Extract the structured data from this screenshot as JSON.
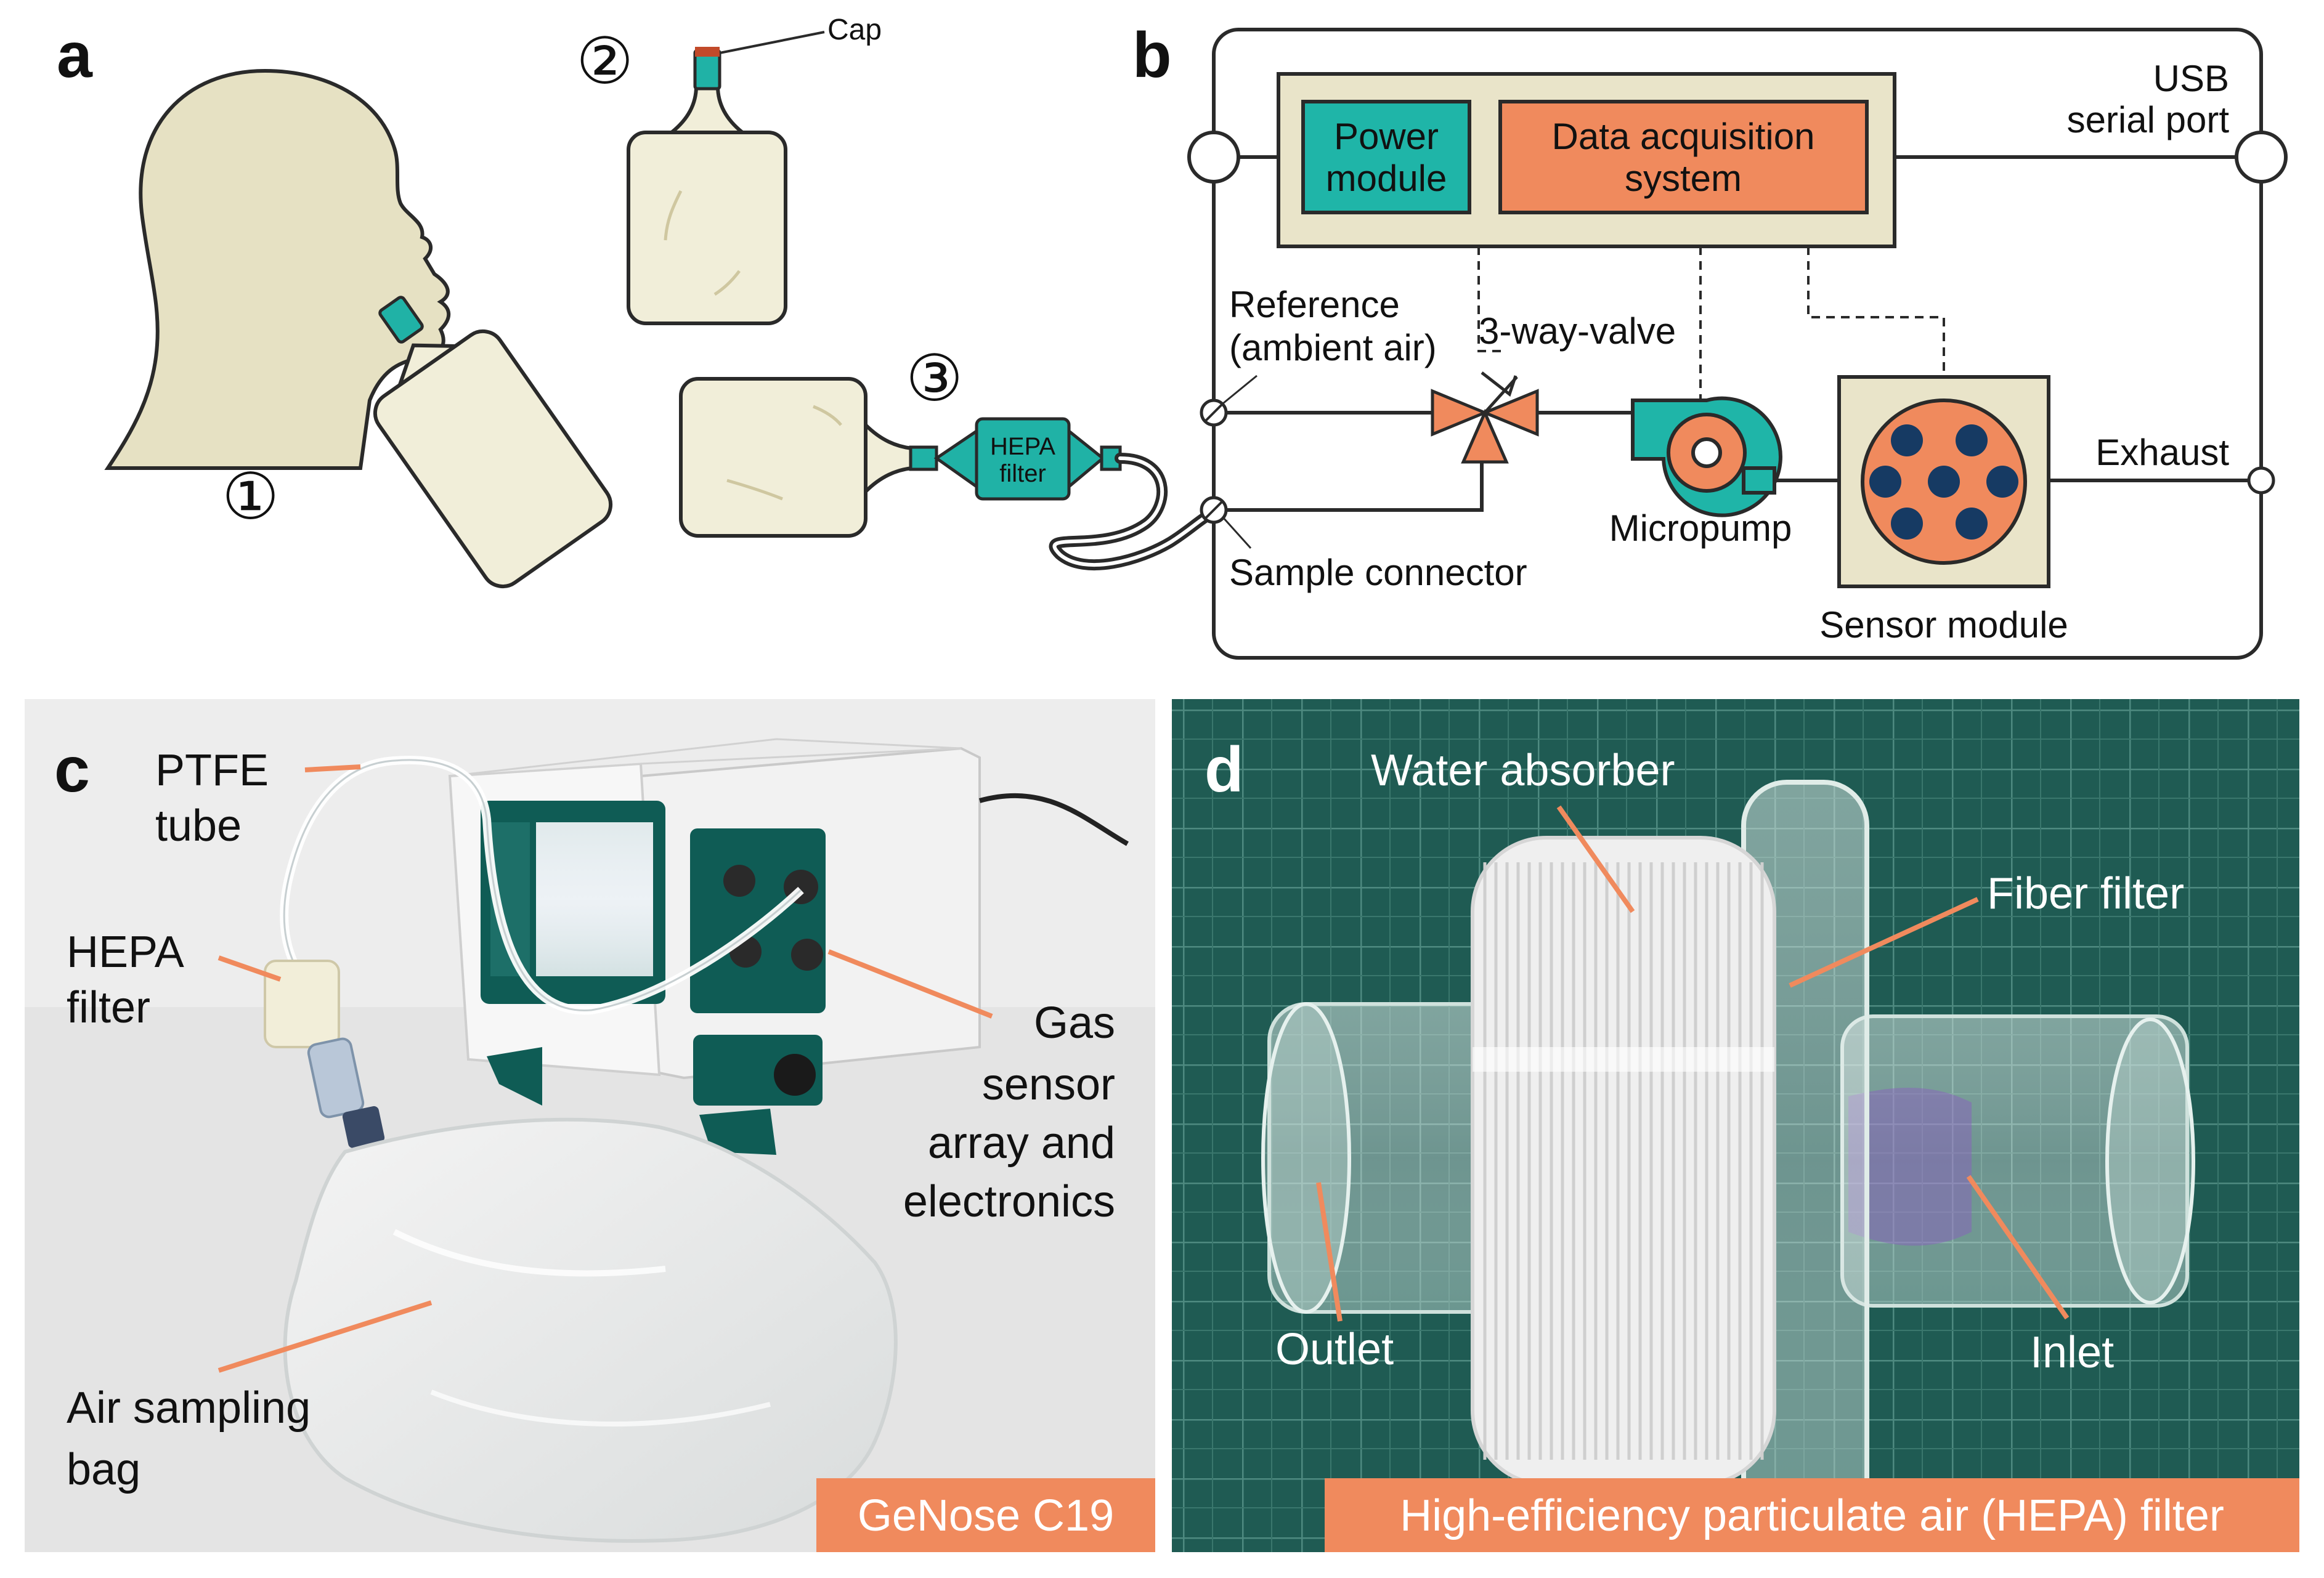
{
  "panels": {
    "a": {
      "letter": "a",
      "steps": [
        "①",
        "②",
        "③"
      ],
      "cap_label": "Cap",
      "filter_label_line1": "HEPA",
      "filter_label_line2": "filter"
    },
    "b": {
      "letter": "b",
      "power_module": [
        "Power",
        "module"
      ],
      "daq": [
        "Data acquisition",
        "system"
      ],
      "usb": [
        "USB",
        "serial port"
      ],
      "reference": [
        "Reference",
        "(ambient air)"
      ],
      "valve": "3-way-valve",
      "micropump": "Micropump",
      "sample_connector": "Sample connector",
      "exhaust": "Exhaust",
      "sensor_module": "Sensor module"
    },
    "c": {
      "letter": "c",
      "ptfe": [
        "PTFE",
        "tube"
      ],
      "hepa": [
        "HEPA",
        "filter"
      ],
      "gas": [
        "Gas",
        "sensor",
        "array and",
        "electronics"
      ],
      "bag": [
        "Air sampling",
        "bag"
      ],
      "tag": "GeNose C19"
    },
    "d": {
      "letter": "d",
      "water": "Water absorber",
      "fiber": "Fiber filter",
      "outlet": "Outlet",
      "inlet": "Inlet",
      "tag": "High-efficiency particulate air (HEPA) filter"
    }
  },
  "colors": {
    "accent_orange": "#f08a5d",
    "teal": "#1fb5a8",
    "dark_teal": "#0e6e66",
    "beige": "#e9e4c9",
    "navy": "#163a63",
    "photo_bg_c": "#e6e6e6",
    "photo_bg_d": "#1e5a52"
  }
}
